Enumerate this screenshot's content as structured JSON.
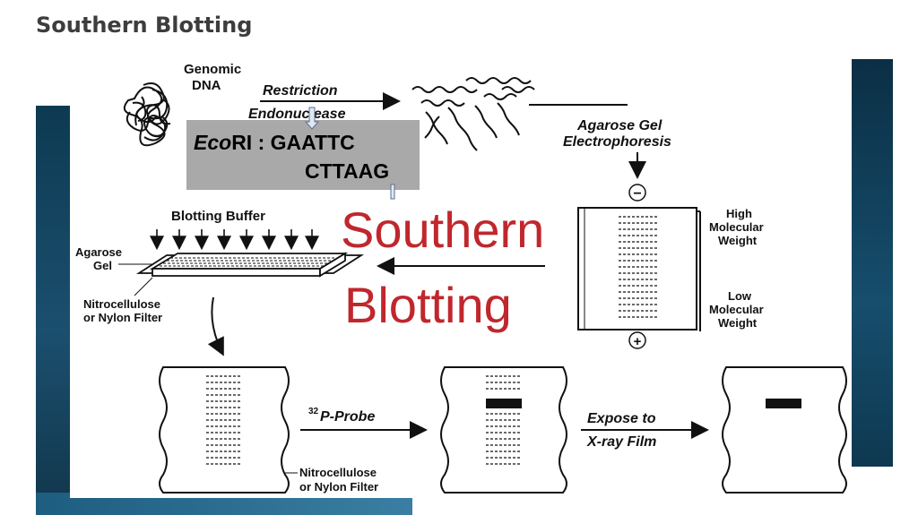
{
  "slide": {
    "title": "Southern Blotting"
  },
  "diagram": {
    "genomic_dna_line1": "Genomic",
    "genomic_dna_line2": "DNA",
    "restriction": "Restriction",
    "endonuclease": "Endonuclease",
    "agarose_gel_electrophoresis_line1": "Agarose Gel",
    "agarose_gel_electrophoresis_line2": "Electrophoresis",
    "minus_sign": "−",
    "plus_sign": "+",
    "high_mw_line1": "High",
    "high_mw_line2": "Molecular",
    "high_mw_line3": "Weight",
    "low_mw_line1": "Low",
    "low_mw_line2": "Molecular",
    "low_mw_line3": "Weight",
    "blotting_buffer": "Blotting Buffer",
    "agarose_gel_line1": "Agarose",
    "agarose_gel_line2": "Gel",
    "filter_line1": "Nitrocellulose",
    "filter_line2": "or Nylon Filter",
    "probe_sup": "32",
    "probe_text": "P-Probe",
    "expose_line1": "Expose to",
    "expose_line2": "X-ray Film",
    "bottom_filter_line1": "Nitrocellulose",
    "bottom_filter_line2": "or Nylon Filter",
    "overlay_title_line1": "Southern",
    "overlay_title_line2": "Blotting"
  },
  "callout": {
    "enzyme_italic": "Eco",
    "enzyme_rest": "RI : GAATTC",
    "complement": "CTTAAG"
  },
  "colors": {
    "overlay_title": "#c0272d",
    "callout_bg": "#a9a9a9",
    "dark_accent": "#0d3a52"
  }
}
